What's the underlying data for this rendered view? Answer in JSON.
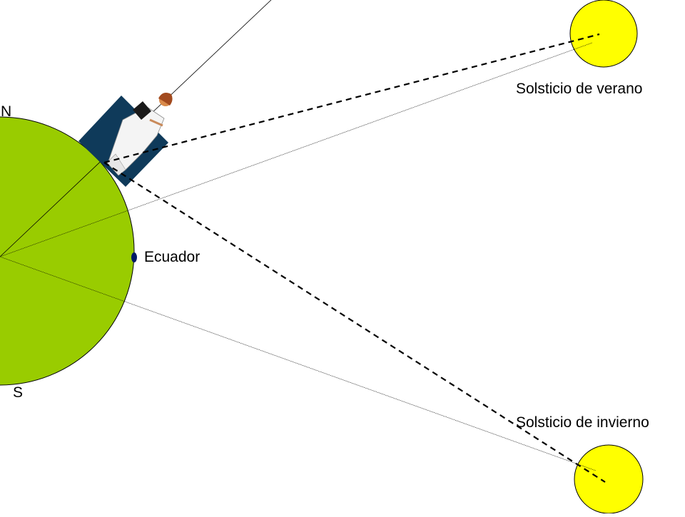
{
  "labels": {
    "north": "N",
    "south": "S",
    "equator": "Ecuador",
    "summer_solstice": "Solsticio de verano",
    "winter_solstice": "Solsticio de invierno"
  },
  "colors": {
    "earth": "#99cc00",
    "sun": "#ffff00",
    "equator_marker": "#001a66",
    "observer_panel": "#0f3a5a",
    "lines": "#000000"
  },
  "figure": {
    "icon": "observer-standing-on-earth-icon",
    "description_role": "observer figure holding clipboard"
  }
}
